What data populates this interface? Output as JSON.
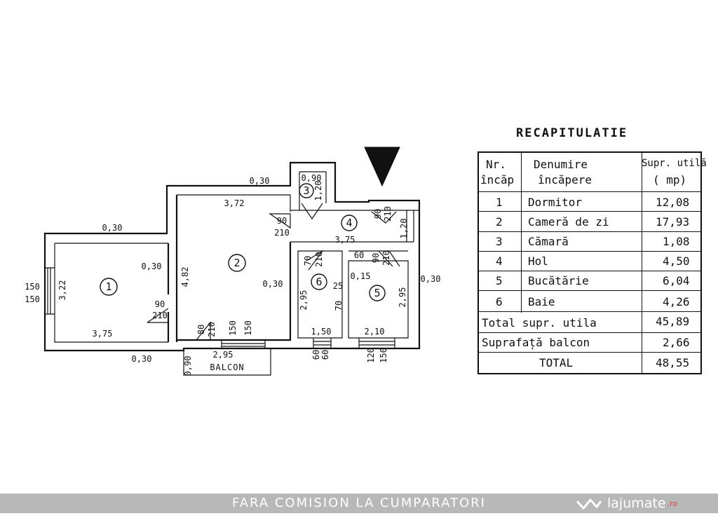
{
  "plan": {
    "north_marker": "north-arrow",
    "rooms": [
      {
        "number": "1"
      },
      {
        "number": "2"
      },
      {
        "number": "3"
      },
      {
        "number": "4"
      },
      {
        "number": "5"
      },
      {
        "number": "6"
      }
    ],
    "labels": {
      "balcon": "BALCON"
    },
    "dimensions": {
      "top_wall_left": "0,30",
      "top_wall_mid": "0,30",
      "left_room_width": "3,75",
      "left_room_height": "3,22",
      "left_window_a": "150",
      "left_window_b": "150",
      "left_inner_wall": "0,30",
      "left_door_a": "90",
      "left_door_b": "210",
      "bottom_wall": "0,30",
      "room2_width": "3,72",
      "room2_height": "4,82",
      "room2_right_wall": "0,30",
      "room2_door_a": "90",
      "room2_door_b": "210",
      "room2_bottom_door_a": "80",
      "room2_bottom_door_b": "210",
      "room2_window_a": "150",
      "room2_window_b": "150",
      "balcon_depth": "0,90",
      "balcon_width": "2,95",
      "storage_width": "0,90",
      "storage_height": "1,20",
      "hall_length": "3,75",
      "hall_height": "1,20",
      "hall_door_a": "90",
      "hall_door_b": "210",
      "bath_door_a": "70",
      "bath_door_b": "210",
      "bath_height": "2,95",
      "bath_width": "1,50",
      "bath_side_a": "25",
      "bath_side_b": "70",
      "bath_window_a": "60",
      "bath_window_b": "60",
      "kitchen_door_a": "60",
      "kitchen_door_b": "90",
      "kitchen_door_c": "210",
      "kitchen_wall": "0,15",
      "kitchen_height": "2,95",
      "kitchen_width": "2,10",
      "kitchen_window_a": "120",
      "kitchen_window_b": "150",
      "right_wall": "0,30"
    }
  },
  "recap": {
    "title": "RECAPITULATIE",
    "header": {
      "nr_line1": "Nr.",
      "nr_line2": "încăp",
      "name_line1": "Denumire",
      "name_line2": "încăpere",
      "area_line1": "Supr. utilă",
      "area_line2": "( mp)"
    },
    "rows": [
      {
        "nr": "1",
        "name": "Dormitor",
        "area": "12,08"
      },
      {
        "nr": "2",
        "name": "Cameră de zi",
        "area": "17,93"
      },
      {
        "nr": "3",
        "name": "Cămară",
        "area": "1,08"
      },
      {
        "nr": "4",
        "name": "Hol",
        "area": "4,50"
      },
      {
        "nr": "5",
        "name": "Bucătărie",
        "area": "6,04"
      },
      {
        "nr": "6",
        "name": "Baie",
        "area": "4,26"
      }
    ],
    "totals": [
      {
        "label": "Total supr. utila",
        "value": "45,89"
      },
      {
        "label": "Suprafață balcon",
        "value": "2,66"
      },
      {
        "label": "TOTAL",
        "value": "48,55"
      }
    ]
  },
  "footer": {
    "text": "FARA COMISION LA CUMPARATORI",
    "brand": "lajumate",
    "brand_domain": ".ro"
  }
}
